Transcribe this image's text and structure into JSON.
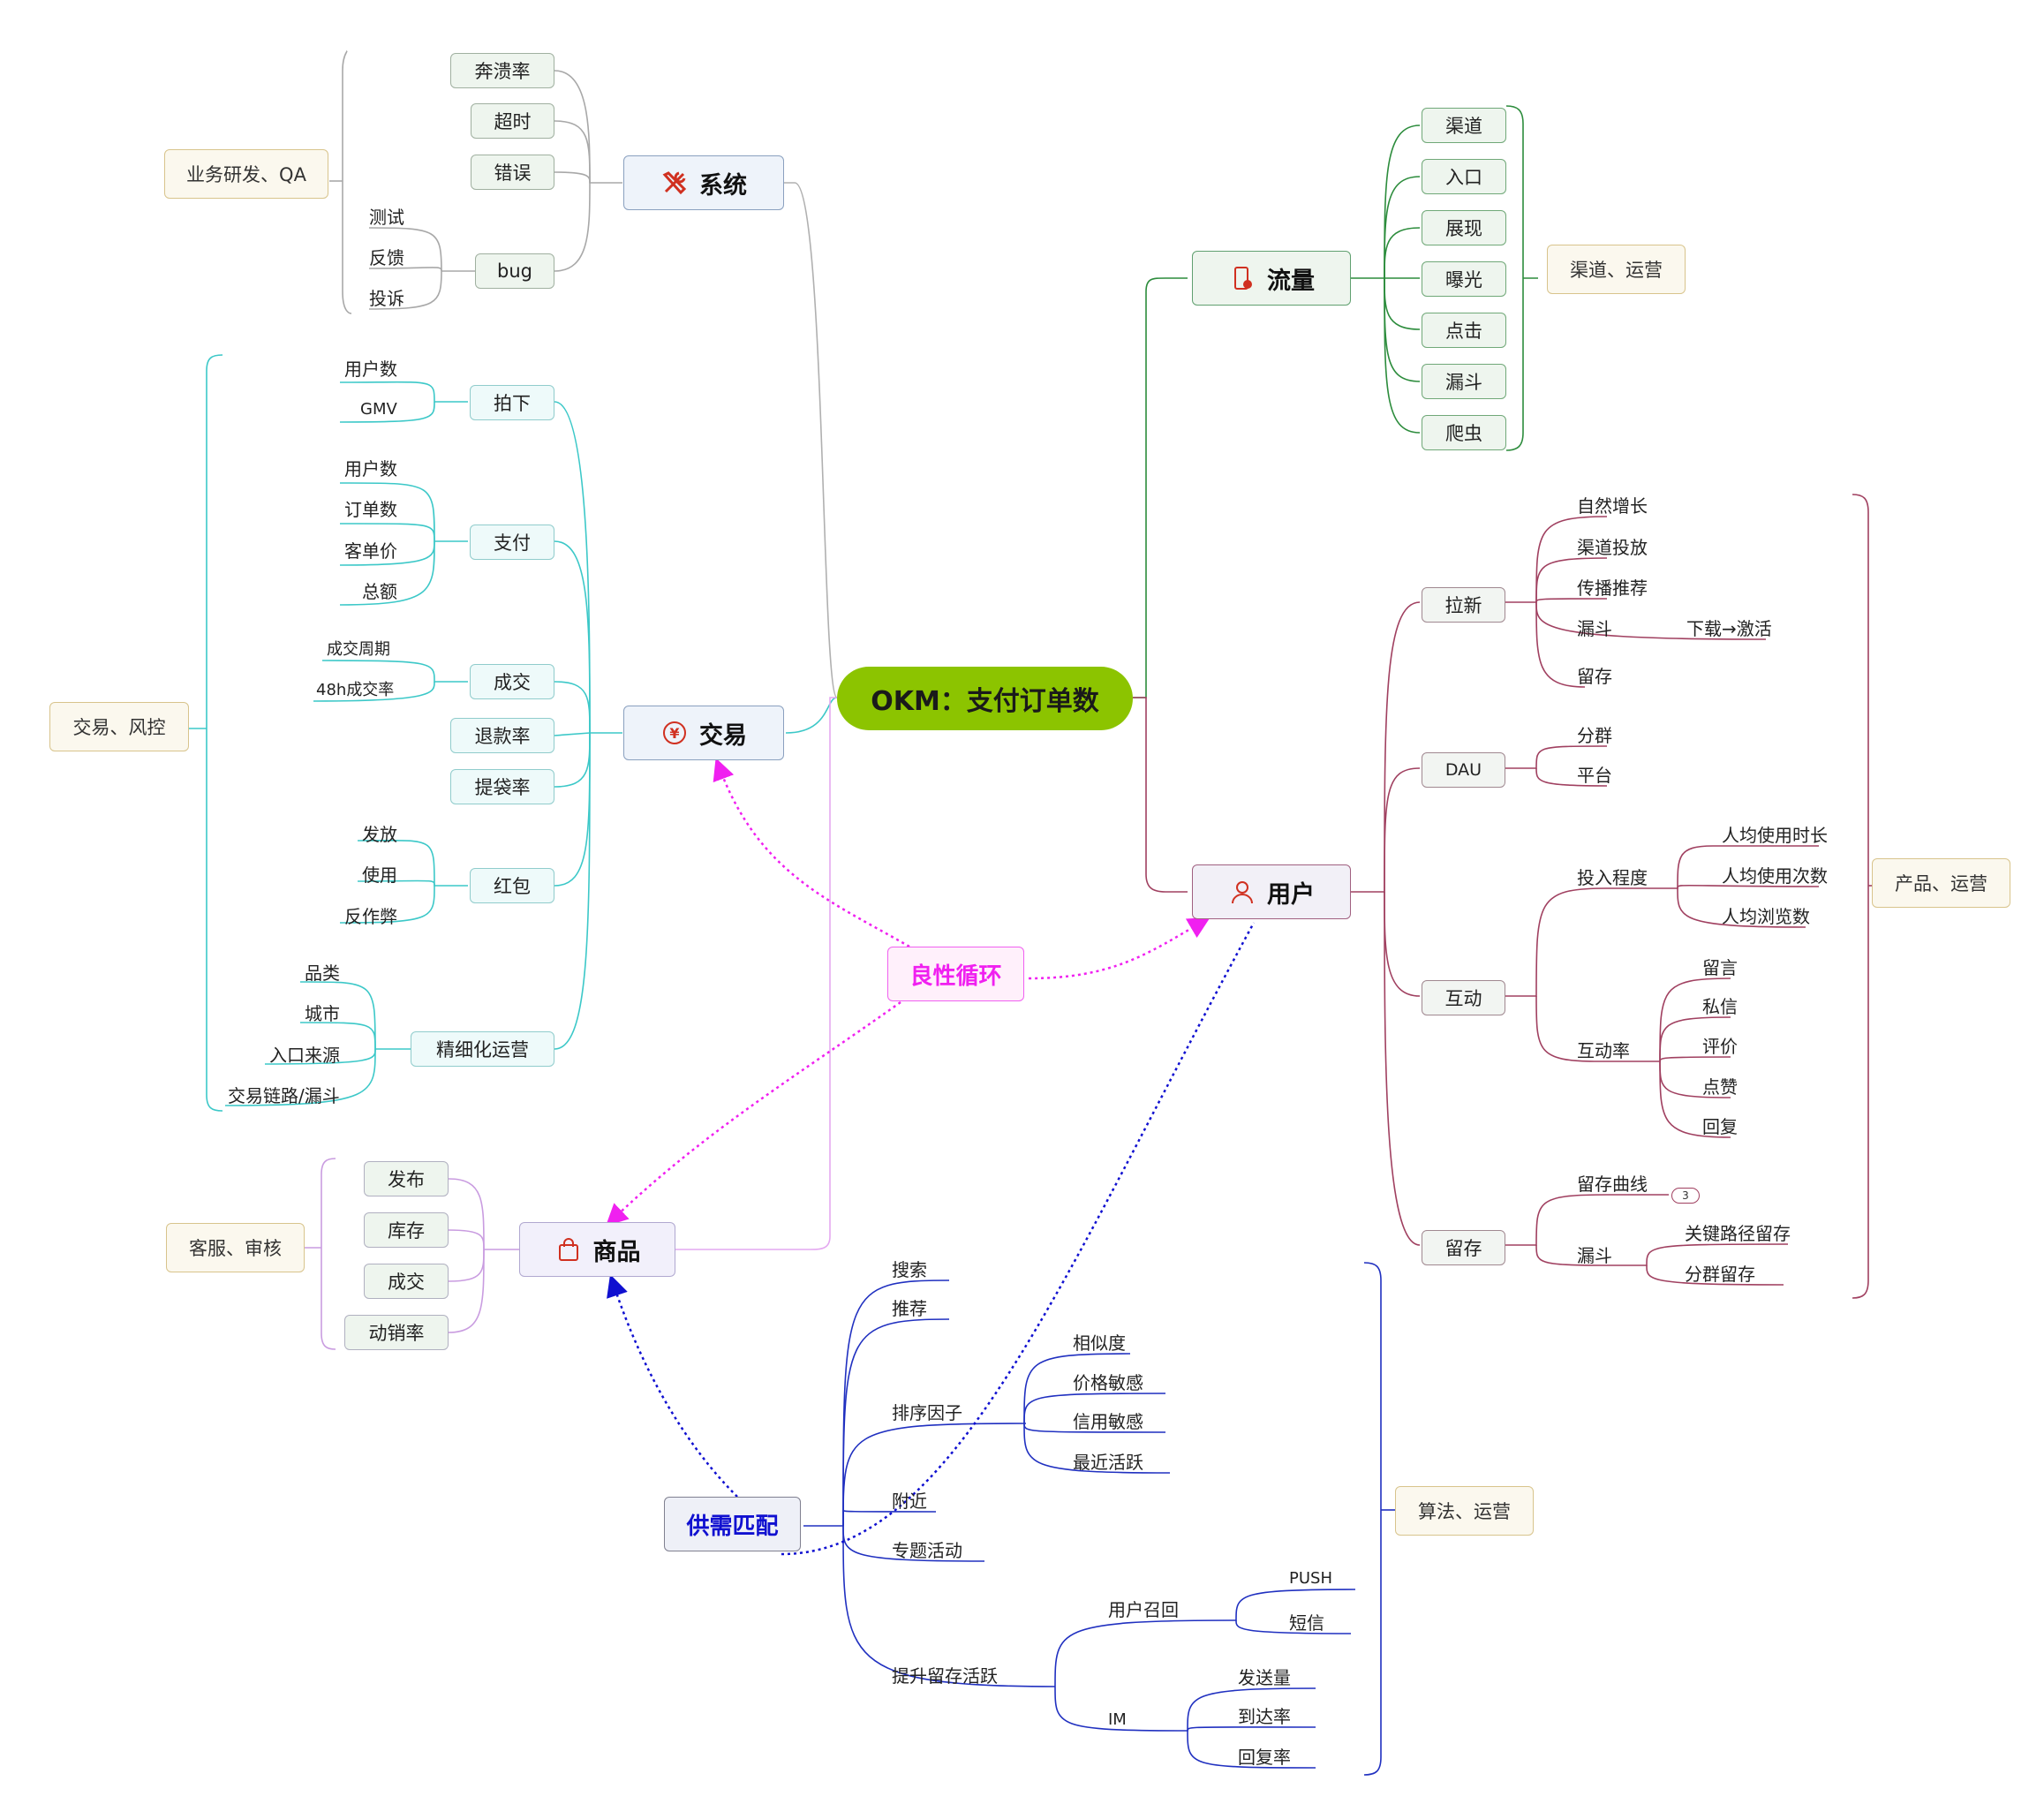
{
  "root": "OKM：支付订单数",
  "loop": "良性循环",
  "match": "供需匹配",
  "branches": {
    "system": {
      "title": "系统",
      "icon": "tools-icon",
      "note": "业务研发、QA",
      "items": [
        "奔溃率",
        "超时",
        "错误",
        "bug"
      ],
      "bug_children": [
        "测试",
        "反馈",
        "投诉"
      ]
    },
    "trade": {
      "title": "交易",
      "icon": "yen-icon",
      "note": "交易、风控",
      "items": [
        "拍下",
        "支付",
        "成交",
        "退款率",
        "提袋率",
        "红包",
        "精细化运营"
      ],
      "paixia": [
        "用户数",
        "GMV"
      ],
      "zhifu": [
        "用户数",
        "订单数",
        "客单价",
        "总额"
      ],
      "chengjiao": [
        "成交周期",
        "48h成交率"
      ],
      "hongbao": [
        "发放",
        "使用",
        "反作弊"
      ],
      "jingxi": [
        "品类",
        "城市",
        "入口来源",
        "交易链路/漏斗"
      ]
    },
    "goods": {
      "title": "商品",
      "icon": "bag-icon",
      "note": "客服、审核",
      "items": [
        "发布",
        "库存",
        "成交",
        "动销率"
      ]
    },
    "traffic": {
      "title": "流量",
      "icon": "phone-icon",
      "note": "渠道、运营",
      "items": [
        "渠道",
        "入口",
        "展现",
        "曝光",
        "点击",
        "漏斗",
        "爬虫"
      ]
    },
    "user": {
      "title": "用户",
      "icon": "person-icon",
      "note": "产品、运营",
      "items": [
        "拉新",
        "DAU",
        "互动",
        "留存"
      ],
      "laxin": [
        "自然增长",
        "渠道投放",
        "传播推荐",
        "漏斗",
        "留存"
      ],
      "laxin_funnel": "下载→激活",
      "dau": [
        "分群",
        "平台"
      ],
      "hudong_a": "投入程度",
      "hudong_a_children": [
        "人均使用时长",
        "人均使用次数",
        "人均浏览数"
      ],
      "hudong_b": "互动率",
      "hudong_b_children": [
        "留言",
        "私信",
        "评价",
        "点赞",
        "回复"
      ],
      "liucun_a": "留存曲线",
      "liucun_a_count": "3",
      "liucun_b": "漏斗",
      "liucun_b_children": [
        "关键路径留存",
        "分群留存"
      ]
    }
  },
  "matching": {
    "note": "算法、运营",
    "items": [
      "搜索",
      "推荐",
      "排序因子",
      "附近",
      "专题活动",
      "提升留存活跃"
    ],
    "sort_factors": [
      "相似度",
      "价格敏感",
      "信用敏感",
      "最近活跃"
    ],
    "recall": "用户召回",
    "recall_children": [
      "PUSH",
      "短信"
    ],
    "im": "IM",
    "im_children": [
      "发送量",
      "到达率",
      "回复率"
    ]
  },
  "colors": {
    "system": "#9a9a9a",
    "trade": "#3cc8c8",
    "goods": "#c99ce0",
    "traffic": "#2c8c3c",
    "user": "#a04060",
    "match": "#2030c0",
    "loop": "#f020f0",
    "root": "#8cc400"
  }
}
